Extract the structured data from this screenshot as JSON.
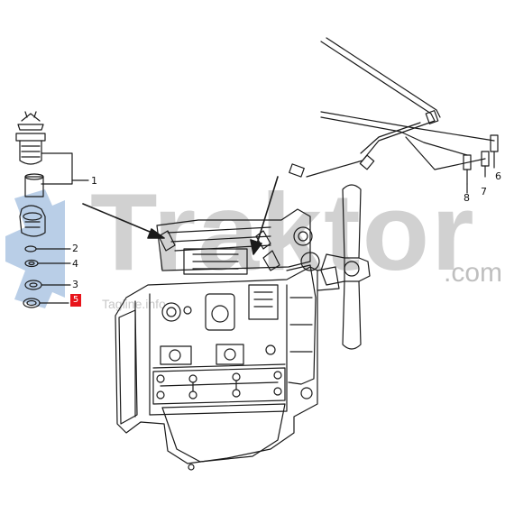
{
  "watermark": {
    "brand": "Traktor",
    "domain": ".com",
    "sub": "Tagline.info"
  },
  "callouts": [
    "1",
    "2",
    "4",
    "3",
    "5",
    "6",
    "7",
    "8"
  ],
  "highlight_color": "#e8141b"
}
